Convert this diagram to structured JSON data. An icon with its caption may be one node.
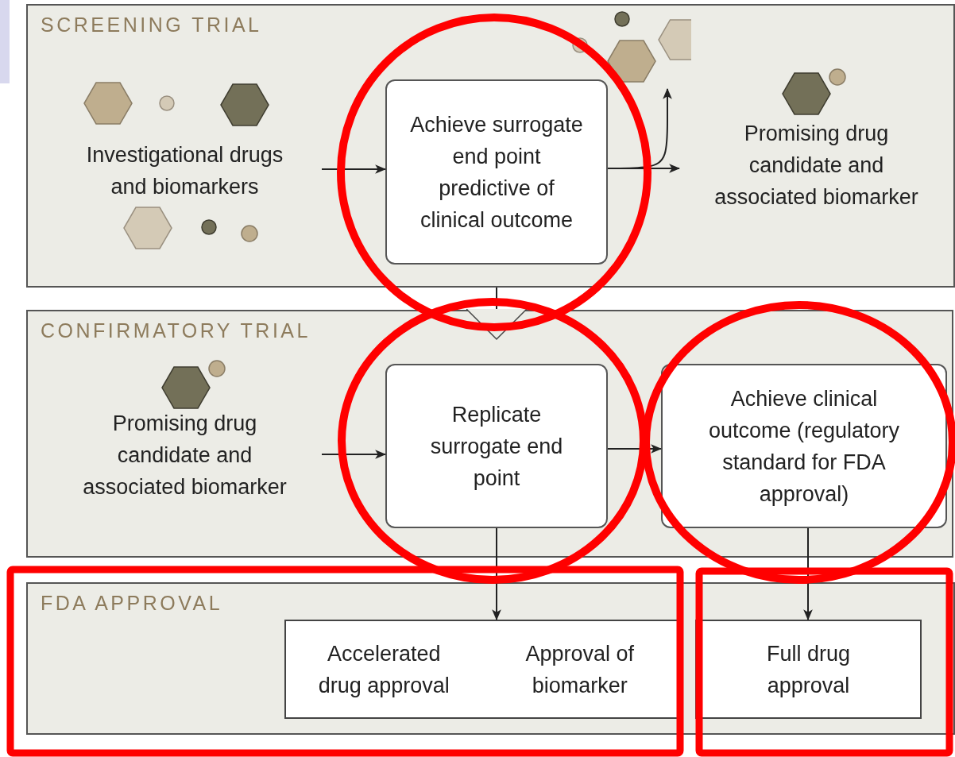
{
  "diagram": {
    "nodes": [
      {
        "text": [
          "SCREENING TRIAL"
        ]
      },
      {
        "text": [
          "Investigational drugs and biomarkers"
        ],
        "in": 0
      },
      {
        "text": [
          "Achieve surrogate end point predictive of clinical outcome"
        ],
        "in": 0
      },
      {
        "text": [
          "Promising drug candidate and associated biomarker"
        ],
        "in": 0
      },
      {
        "text": [],
        "shape": "picture",
        "in": 0
      },
      {
        "text": [
          "CONFIRMATORY TRIAL"
        ]
      },
      {
        "text": [
          "Promising drug candidate and associated biomarker"
        ],
        "in": 5
      },
      {
        "text": [
          "Replicate surrogate end point"
        ],
        "in": 5
      },
      {
        "text": [
          "Achieve clinical outcome (regulatory standard for FDA approval)"
        ],
        "in": 5
      },
      {
        "text": [
          "FDA APPROVAL"
        ]
      },
      {
        "text": [
          "Accelerated drug approval",
          "Approval of biomarker"
        ],
        "in": 9
      },
      {
        "text": [
          "Full drug approval"
        ],
        "in": 9
      }
    ],
    "edges": [
      {
        "from": 1,
        "to": 2,
        "arrow": "to"
      },
      {
        "from": 2,
        "to": 3,
        "arrow": "to"
      },
      {
        "from": 2,
        "to": 4,
        "arrow": "to"
      },
      {
        "from": 0,
        "to": 5,
        "arrow": "to"
      },
      {
        "from": 6,
        "to": 7,
        "arrow": "to"
      },
      {
        "from": 7,
        "to": 8,
        "arrow": "to"
      },
      {
        "from": 7,
        "to": 10,
        "arrow": "to"
      },
      {
        "from": 8,
        "to": 11,
        "arrow": "to"
      }
    ]
  }
}
